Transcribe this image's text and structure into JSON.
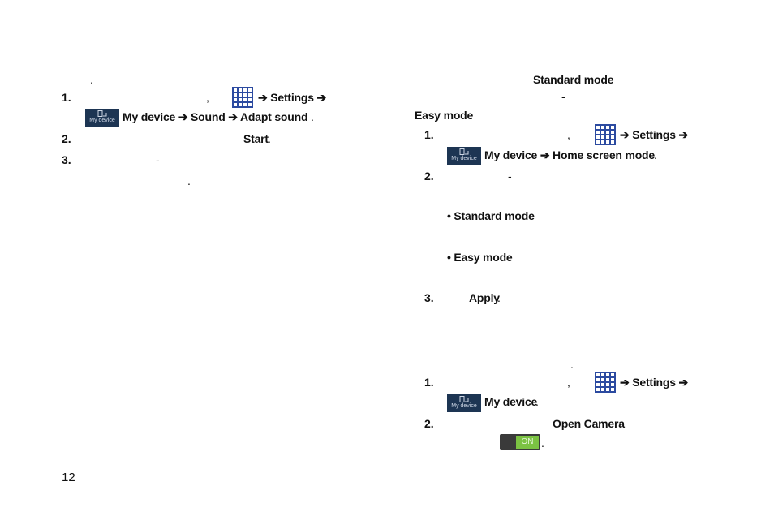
{
  "left": {
    "dot": ".",
    "step1_num": "1.",
    "step1_comma": ",",
    "step1_settings": "➔ Settings ➔",
    "step1_path": "My device ➔ Sound ➔ Adapt sound",
    "step1_path_end": ".",
    "step2_num": "2.",
    "step2_start": "Start",
    "step2_end": ".",
    "step3_num": "3.",
    "step3_dash": "-",
    "step3_dot": "."
  },
  "right": {
    "standard_mode": "Standard mode",
    "dash1": "-",
    "easy_mode": "Easy mode",
    "easy_mode_end": ".",
    "s1_num": "1.",
    "s1_comma": ",",
    "s1_settings": "➔ Settings ➔",
    "s1_path": "My device ➔ Home screen mode",
    "s1_path_end": ".",
    "s2_num": "2.",
    "s2_dash": "-",
    "bullet_standard": "• Standard mode",
    "bullet_easy": "• Easy mode",
    "s3_num": "3.",
    "s3_apply": "Apply",
    "s3_end": ".",
    "sec2_dot": ".",
    "c1_num": "1.",
    "c1_comma": ",",
    "c1_settings": "➔ Settings ➔",
    "c1_path": "My device",
    "c1_path_end": ".",
    "c2_num": "2.",
    "c2_open_camera": "Open Camera",
    "c2_end": "."
  },
  "icons": {
    "my_device_caption": "My device",
    "toggle_label": "ON",
    "apps_color": "#2b4aa0",
    "my_device_bg": "#1d3553",
    "toggle_on_color": "#7bc242"
  },
  "page_number": "12"
}
